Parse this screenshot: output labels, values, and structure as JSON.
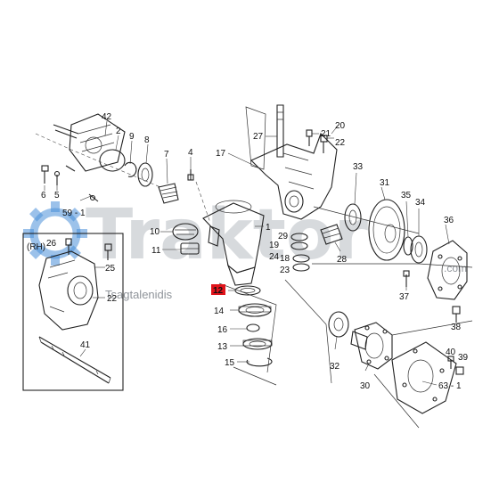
{
  "watermark": {
    "brand": "Traktor",
    "subtitle": "Tsagtalenidis",
    "domain_suffix": ".com",
    "color": "#b8bcc2",
    "gear_color": "#4a90d9"
  },
  "highlight": {
    "part": "12",
    "color": "#e0141b"
  },
  "inset_label": "(RH)",
  "callouts": {
    "c42": "42",
    "c2": "2",
    "c9": "9",
    "c8": "8",
    "c7": "7",
    "c4": "4",
    "c6": "6",
    "c5": "5",
    "c591": "59 - 1",
    "c10": "10",
    "c11": "11",
    "c17": "17",
    "c27": "27",
    "c21": "21",
    "c20": "20",
    "c22top": "22",
    "c1": "1",
    "c19": "19",
    "c24": "24",
    "c29": "29",
    "c18": "18",
    "c23": "23",
    "c28": "28",
    "c33": "33",
    "c31": "31",
    "c35": "35",
    "c34": "34",
    "c36": "36",
    "c37": "37",
    "c38": "38",
    "c26": "26",
    "c25": "25",
    "c22": "22",
    "c41": "41",
    "c12": "12",
    "c14": "14",
    "c16": "16",
    "c13": "13",
    "c15": "15",
    "c32": "32",
    "c30": "30",
    "c40": "40",
    "c39": "39",
    "c631": "63 - 1"
  }
}
